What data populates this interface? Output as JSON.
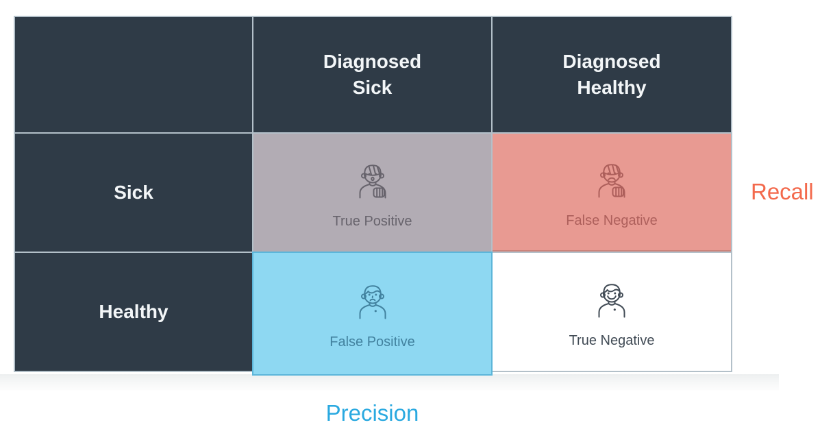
{
  "matrix": {
    "column_headers": [
      "Diagnosed\nSick",
      "Diagnosed\nHealthy"
    ],
    "row_headers": [
      "Sick",
      "Healthy"
    ],
    "header_bg_color": "#2f3b47",
    "header_text_color": "#f3f6f8",
    "grid_line_color": "#b3c0c9",
    "cells": {
      "true_positive": {
        "label": "True Positive",
        "row": "Sick",
        "column": "Diagnosed Sick",
        "bg_color": "#b2acb4",
        "text_color": "#67636c",
        "icon": "bandaged-patient-icon"
      },
      "false_negative": {
        "label": "False Negative",
        "row": "Sick",
        "column": "Diagnosed Healthy",
        "bg_color": "#e89a92",
        "text_color": "#ad5f5b",
        "icon": "bandaged-sad-patient-icon"
      },
      "false_positive": {
        "label": "False Positive",
        "row": "Healthy",
        "column": "Diagnosed Sick",
        "bg_color": "#8ed8f2",
        "text_color": "#42829f",
        "icon": "worried-person-icon"
      },
      "true_negative": {
        "label": "True Negative",
        "row": "Healthy",
        "column": "Diagnosed Healthy",
        "bg_color": "#ffffff",
        "text_color": "#414b55",
        "icon": "smiling-person-icon"
      }
    }
  },
  "annotations": {
    "recall": {
      "label": "Recall",
      "color": "#f3694c"
    },
    "precision": {
      "label": "Precision",
      "color": "#2aa9e0"
    }
  }
}
